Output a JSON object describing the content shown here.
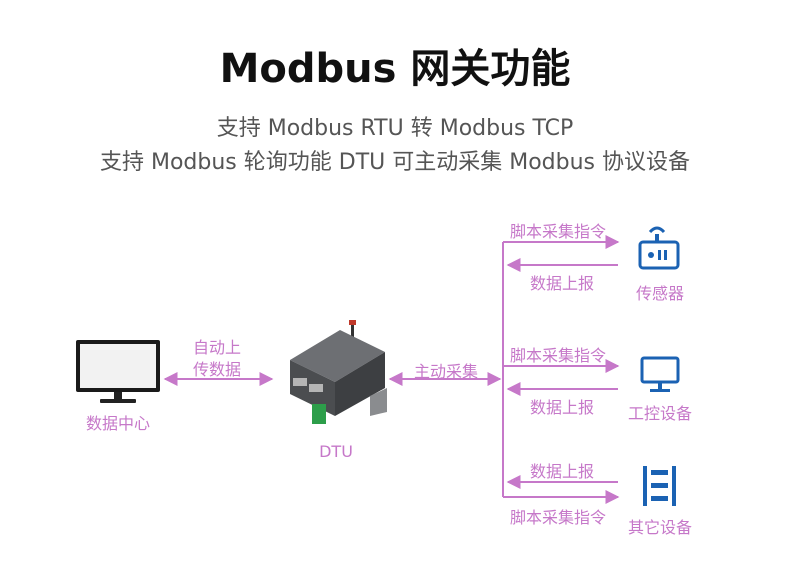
{
  "title": "Modbus 网关功能",
  "subtitle_line1": "支持 Modbus RTU 转 Modbus TCP",
  "subtitle_line2": "支持 Modbus 轮询功能 DTU 可主动采集 Modbus 协议设备",
  "colors": {
    "accent": "#c678c9",
    "icon_blue": "#1b62b3",
    "title": "#111111",
    "subtitle": "#555555"
  },
  "nodes": {
    "datacenter": {
      "label": "数据中心",
      "icon": "monitor-icon"
    },
    "dtu": {
      "label": "DTU",
      "icon": "dtu-device-image"
    },
    "sensor": {
      "label": "传感器",
      "icon": "sensor-icon"
    },
    "control": {
      "label": "工控设备",
      "icon": "computer-icon"
    },
    "other": {
      "label": "其它设备",
      "icon": "rack-icon"
    }
  },
  "edges": {
    "auto_upload_line1": "自动上",
    "auto_upload_line2": "传数据",
    "active_collect": "主动采集",
    "sensor_cmd": "脚本采集指令",
    "sensor_report": "数据上报",
    "control_cmd": "脚本采集指令",
    "control_report": "数据上报",
    "other_report": "数据上报",
    "other_cmd": "脚本采集指令"
  }
}
